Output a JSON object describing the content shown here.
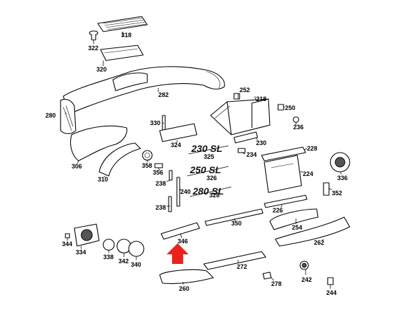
{
  "diagram": {
    "callouts": {
      "c318": "318",
      "c322": "322",
      "c320": "320",
      "c282": "282",
      "c280": "280",
      "c252": "252",
      "c218": "218",
      "c250": "250",
      "c236": "236",
      "c330": "330",
      "c324": "324",
      "c306": "306",
      "c310": "310",
      "c358": "358",
      "c356": "356",
      "c238a": "238",
      "c240": "240",
      "c238b": "238",
      "c325": "325",
      "c326": "326",
      "c328": "328",
      "c230": "230",
      "c234": "234",
      "c228": "228",
      "c224": "224",
      "c336": "336",
      "c352": "352",
      "c226": "226",
      "c350": "350",
      "c254": "254",
      "c262": "262",
      "c346": "346",
      "c344": "344",
      "c334": "334",
      "c338": "338",
      "c342": "342",
      "c340": "340",
      "c272": "272",
      "c278": "278",
      "c242": "242",
      "c244": "244",
      "c260": "260"
    },
    "badges": {
      "b230": "230 SL",
      "b250": "250 SL",
      "b280": "280 SL"
    },
    "colors": {
      "line": "#000000",
      "arrow": "#e8231c",
      "background": "#ffffff"
    },
    "icons": [
      "red-arrow-up-icon"
    ]
  }
}
